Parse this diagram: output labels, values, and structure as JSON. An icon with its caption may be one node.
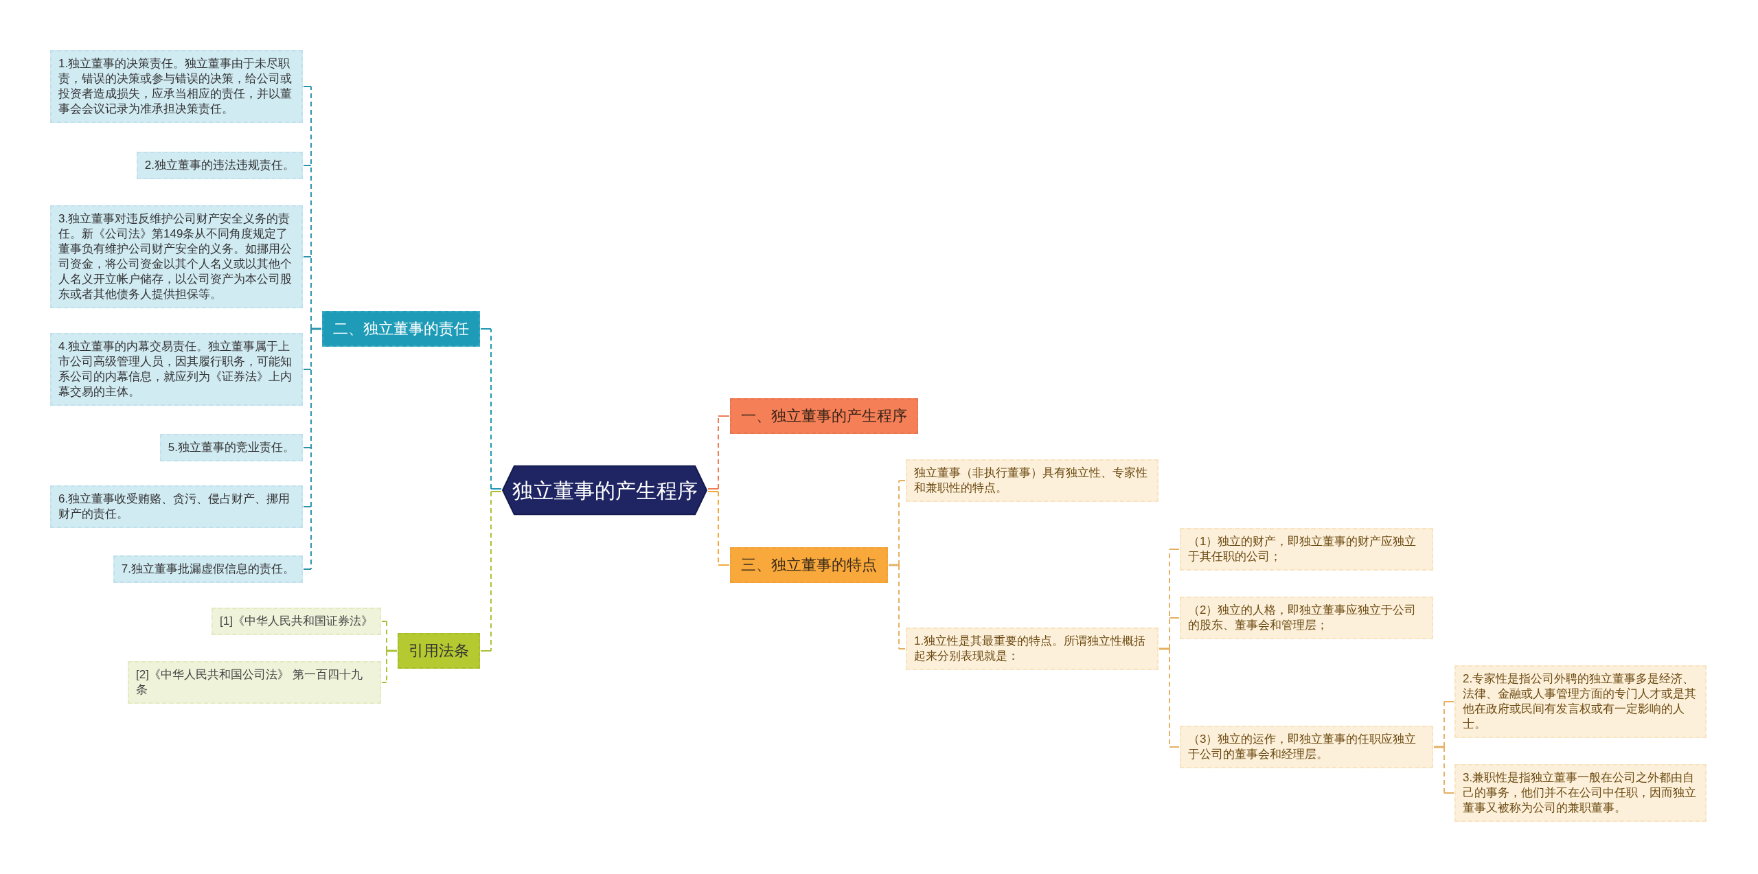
{
  "diagram": {
    "nodes": [
      {
        "text": [
          "独立董事的产生程序"
        ]
      },
      {
        "text": [
          "一、独立董事的产生程序"
        ]
      },
      {
        "text": [
          "三、独立董事的特点"
        ]
      },
      {
        "text": [
          "独立董事（非执行董事）具有独立性、专家性和兼职性的特点。"
        ]
      },
      {
        "text": [
          "1.独立性是其最重要的特点。所谓独立性概括起来分别表现就是："
        ]
      },
      {
        "text": [
          "（1）独立的财产，即独立董事的财产应独立于其任职的公司；"
        ]
      },
      {
        "text": [
          "（2）独立的人格，即独立董事应独立于公司的股东、董事会和管理层；"
        ]
      },
      {
        "text": [
          "（3）独立的运作，即独立董事的任职应独立于公司的董事会和经理层。"
        ]
      },
      {
        "text": [
          "2.专家性是指公司外聘的独立董事多是经济、法律、金融或人事管理方面的专门人才或是其他在政府或民间有发言权或有一定影响的人士。"
        ]
      },
      {
        "text": [
          "3.兼职性是指独立董事一般在公司之外都由自己的事务，他们并不在公司中任职，因而独立董事又被称为公司的兼职董事。"
        ]
      },
      {
        "text": [
          "二、独立董事的责任"
        ]
      },
      {
        "text": [
          "1.独立董事的决策责任。独立董事由于未尽职责，错误的决策或参与错误的决策，给公司或投资者造成损失，应承当相应的责任，并以董事会会议记录为准承担决策责任。"
        ]
      },
      {
        "text": [
          "2.独立董事的违法违规责任。"
        ]
      },
      {
        "text": [
          "3.独立董事对违反维护公司财产安全义务的责任。新《公司法》第149条从不同角度规定了董事负有维护公司财产安全的义务。如挪用公司资金，将公司资金以其个人名义或以其他个人名义开立帐户储存，以公司资产为本公司股东或者其他债务人提供担保等。"
        ]
      },
      {
        "text": [
          "4.独立董事的内幕交易责任。独立董事属于上市公司高级管理人员，因其履行职务，可能知系公司的内幕信息，就应列为《证券法》上内幕交易的主体。"
        ]
      },
      {
        "text": [
          "5.独立董事的竞业责任。"
        ]
      },
      {
        "text": [
          "6.独立董事收受贿赂、贪污、侵占财产、挪用财产的责任。"
        ]
      },
      {
        "text": [
          "7.独立董事批漏虚假信息的责任。"
        ]
      },
      {
        "text": [
          "引用法条"
        ]
      },
      {
        "text": [
          "[1]《中华人民共和国证券法》"
        ]
      },
      {
        "text": [
          "[2]《中华人民共和国公司法》 第一百四十九条"
        ]
      }
    ],
    "edges": [
      {
        "from": 0,
        "to": 1,
        "arrow": "none",
        "style": "dashed",
        "color": "#ee7c55"
      },
      {
        "from": 0,
        "to": 2,
        "arrow": "none",
        "style": "dashed",
        "color": "#f2a93b"
      },
      {
        "from": 2,
        "to": 3,
        "arrow": "none",
        "style": "dashed",
        "color": "#e6b062"
      },
      {
        "from": 2,
        "to": 4,
        "arrow": "none",
        "style": "dashed",
        "color": "#e6b062"
      },
      {
        "from": 4,
        "to": 5,
        "arrow": "none",
        "style": "dashed",
        "color": "#e6b062"
      },
      {
        "from": 4,
        "to": 6,
        "arrow": "none",
        "style": "dashed",
        "color": "#e6b062"
      },
      {
        "from": 4,
        "to": 7,
        "arrow": "none",
        "style": "dashed",
        "color": "#e6b062"
      },
      {
        "from": 7,
        "to": 8,
        "arrow": "none",
        "style": "dashed",
        "color": "#e6b062"
      },
      {
        "from": 7,
        "to": 9,
        "arrow": "none",
        "style": "dashed",
        "color": "#e6b062"
      },
      {
        "from": 0,
        "to": 10,
        "arrow": "none",
        "style": "dashed",
        "color": "#1f98b3"
      },
      {
        "from": 10,
        "to": 11,
        "arrow": "none",
        "style": "dashed",
        "color": "#2d93ad"
      },
      {
        "from": 10,
        "to": 12,
        "arrow": "none",
        "style": "dashed",
        "color": "#2d93ad"
      },
      {
        "from": 10,
        "to": 13,
        "arrow": "none",
        "style": "dashed",
        "color": "#2d93ad"
      },
      {
        "from": 10,
        "to": 14,
        "arrow": "none",
        "style": "dashed",
        "color": "#2d93ad"
      },
      {
        "from": 10,
        "to": 15,
        "arrow": "none",
        "style": "dashed",
        "color": "#2d93ad"
      },
      {
        "from": 10,
        "to": 16,
        "arrow": "none",
        "style": "dashed",
        "color": "#2d93ad"
      },
      {
        "from": 10,
        "to": 17,
        "arrow": "none",
        "style": "dashed",
        "color": "#2d93ad"
      },
      {
        "from": 0,
        "to": 18,
        "arrow": "none",
        "style": "dashed",
        "color": "#a9c23a"
      },
      {
        "from": 18,
        "to": 19,
        "arrow": "none",
        "style": "dashed",
        "color": "#a9c23a"
      },
      {
        "from": 18,
        "to": 20,
        "arrow": "none",
        "style": "dashed",
        "color": "#a9c23a"
      }
    ]
  }
}
